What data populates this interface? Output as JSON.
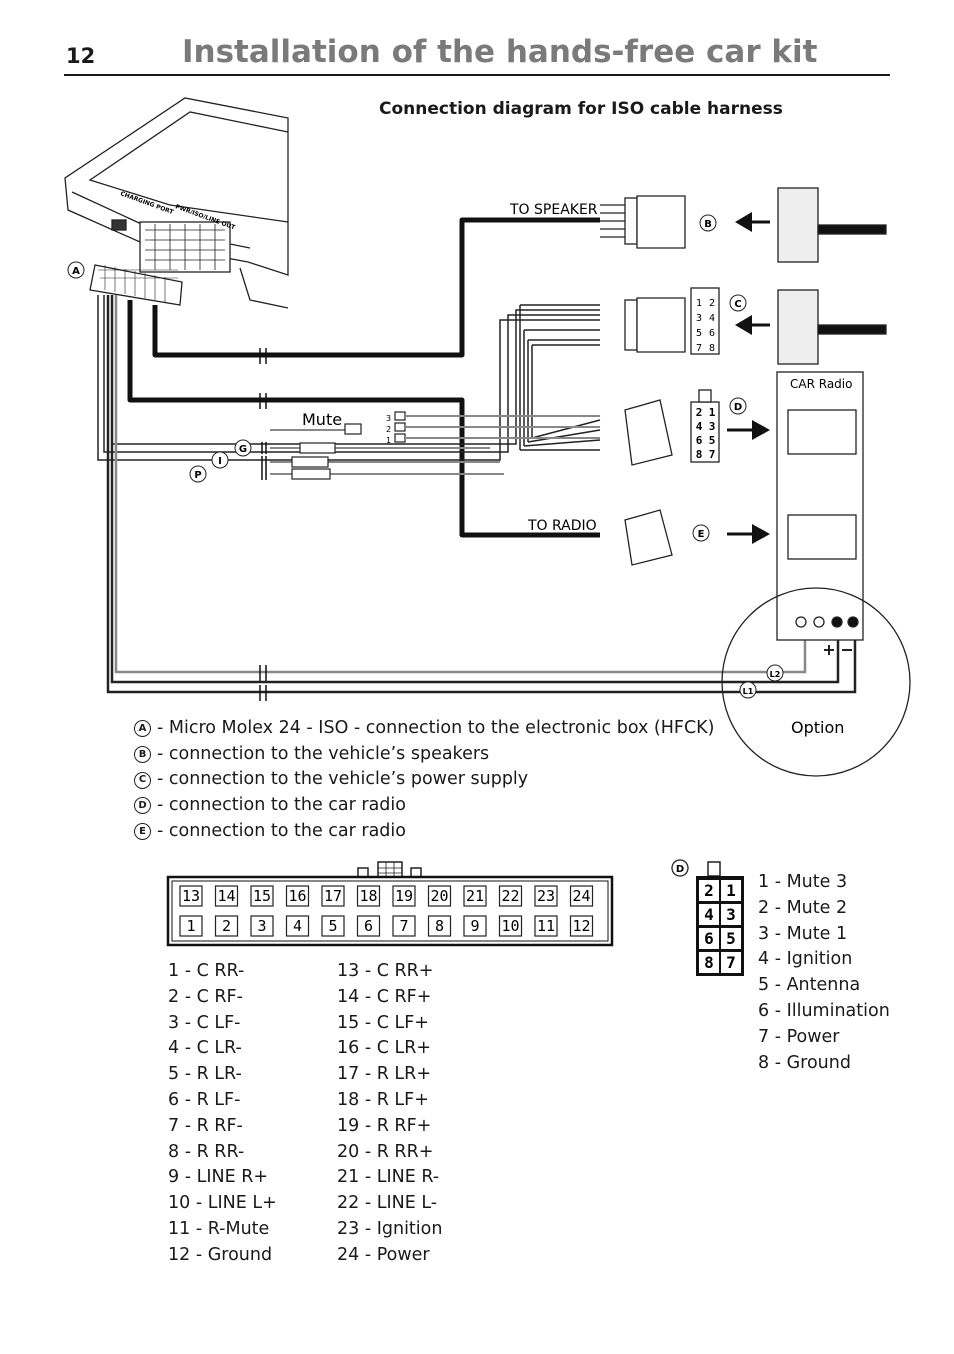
{
  "header": {
    "page_number": "12",
    "title": "Installation of the hands-free car kit"
  },
  "diagram": {
    "title": "Connection diagram for ISO cable harness",
    "labels": {
      "to_speaker": "TO SPEAKER",
      "to_radio": "TO RADIO",
      "mute": "Mute",
      "car_radio": "CAR Radio",
      "option": "Option",
      "charging_port": "CHARGING PORT",
      "pwr_iso_line_out": "PWR/ISO/LINE OUT"
    },
    "markers": {
      "A": "A",
      "B": "B",
      "C": "C",
      "D": "D",
      "E": "E",
      "G": "G",
      "I": "I",
      "P": "P",
      "L1": "L1",
      "L2": "L2"
    },
    "mute_pins": [
      "3",
      "2",
      "1"
    ],
    "connector_c_pins": [
      [
        "1",
        "2"
      ],
      [
        "3",
        "4"
      ],
      [
        "5",
        "6"
      ],
      [
        "7",
        "8"
      ]
    ],
    "connector_d_pins": [
      [
        "2",
        "1"
      ],
      [
        "4",
        "3"
      ],
      [
        "6",
        "5"
      ],
      [
        "8",
        "7"
      ]
    ]
  },
  "legend": [
    {
      "letter": "A",
      "text": "- Micro Molex 24 - ISO - connection to the electronic box (HFCK)"
    },
    {
      "letter": "B",
      "text": "- connection to the vehicle’s speakers"
    },
    {
      "letter": "C",
      "text": "- connection to the vehicle’s power supply"
    },
    {
      "letter": "D",
      "text": "- connection to the car radio"
    },
    {
      "letter": "E",
      "text": "- connection to the car radio"
    }
  ],
  "molex": {
    "top_row": [
      "13",
      "14",
      "15",
      "16",
      "17",
      "18",
      "19",
      "20",
      "21",
      "22",
      "23",
      "24"
    ],
    "bottom_row": [
      "1",
      "2",
      "3",
      "4",
      "5",
      "6",
      "7",
      "8",
      "9",
      "10",
      "11",
      "12"
    ]
  },
  "molex_pins_left": [
    "1 - C RR-",
    "2 - C RF-",
    "3 - C LF-",
    "4 - C LR-",
    "5 - R LR-",
    "6 - R LF-",
    "7 - R RF-",
    "8 - R RR-",
    "9 - LINE R+",
    "10 - LINE L+",
    "11 - R-Mute",
    "12 - Ground"
  ],
  "molex_pins_right": [
    "13 - C RR+",
    "14 - C RF+",
    "15 - C LF+",
    "16 - C LR+",
    "17 - R LR+",
    "18 - R LF+",
    "19 - R RF+",
    "20 - R RR+",
    "21 - LINE R-",
    "22 - LINE L-",
    "23 - Ignition",
    "24 - Power"
  ],
  "iso_d": {
    "label": "D",
    "pins": [
      "1 - Mute 3",
      "2 - Mute 2",
      "3 - Mute 1",
      "4 - Ignition",
      "5 - Antenna",
      "6 - Illumination",
      "7 - Power",
      "8 - Ground"
    ]
  }
}
